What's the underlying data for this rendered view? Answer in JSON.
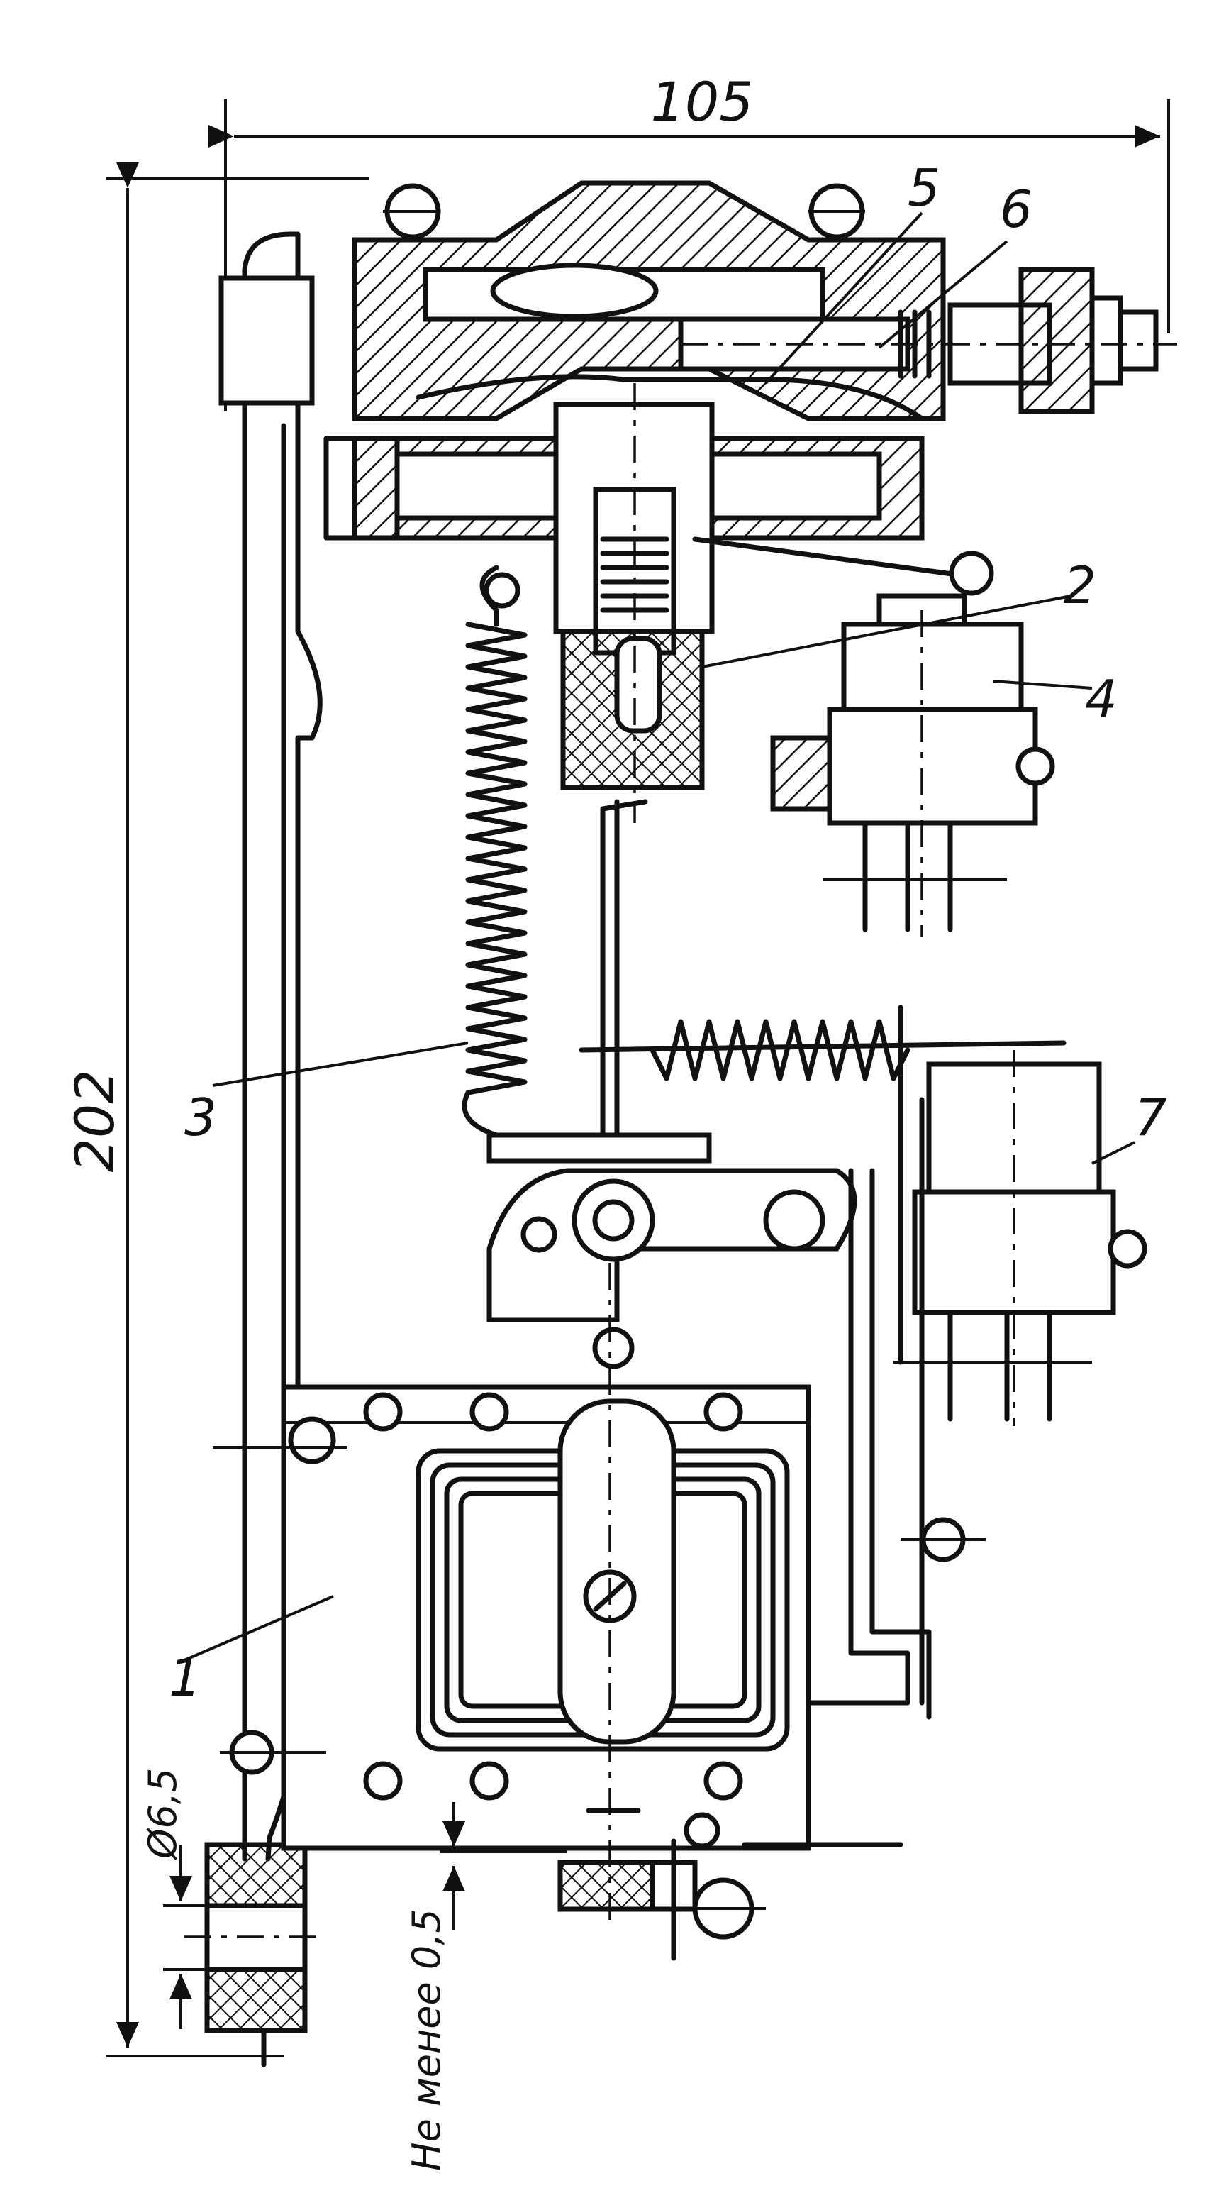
{
  "dimensions": {
    "width_label": "105",
    "height_label": "202",
    "hole_diameter_label": "Ø6,5",
    "gap_label": "Не менее 0,5"
  },
  "part_labels": {
    "p1": "1",
    "p2": "2",
    "p3": "3",
    "p4": "4",
    "p5": "5",
    "p6": "6",
    "p7": "7"
  }
}
